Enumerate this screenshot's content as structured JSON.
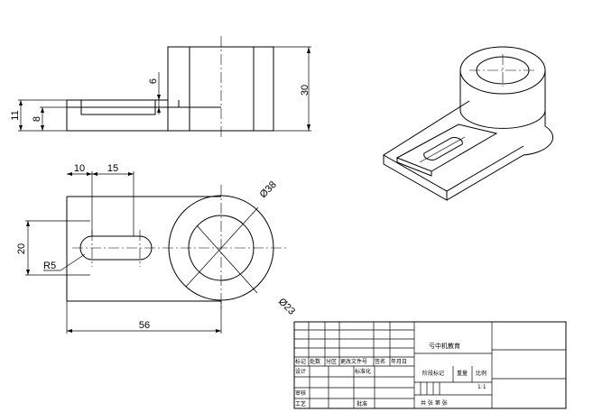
{
  "dimensions": {
    "front_height_30": "30",
    "left_height_11": "11",
    "left_height_8": "8",
    "slot_depth_6": "6",
    "top_10": "10",
    "top_15": "15",
    "height_20": "20",
    "radius_r5": "R5",
    "dia_38": "Ø38",
    "dia_23": "Ø23",
    "length_56": "56"
  },
  "title_block": {
    "company": "亏中机教育",
    "row_labels": [
      "标记",
      "处数",
      "分区",
      "更改文件号",
      "签名",
      "年月日"
    ],
    "design": "设计",
    "standardize": "标准化",
    "stage_mark": "阶段标记",
    "weight": "重量",
    "scale": "比例",
    "scale_value": "1:1",
    "review": "审核",
    "process": "工艺",
    "approve": "批准",
    "sheets": "共 张 第 张"
  }
}
